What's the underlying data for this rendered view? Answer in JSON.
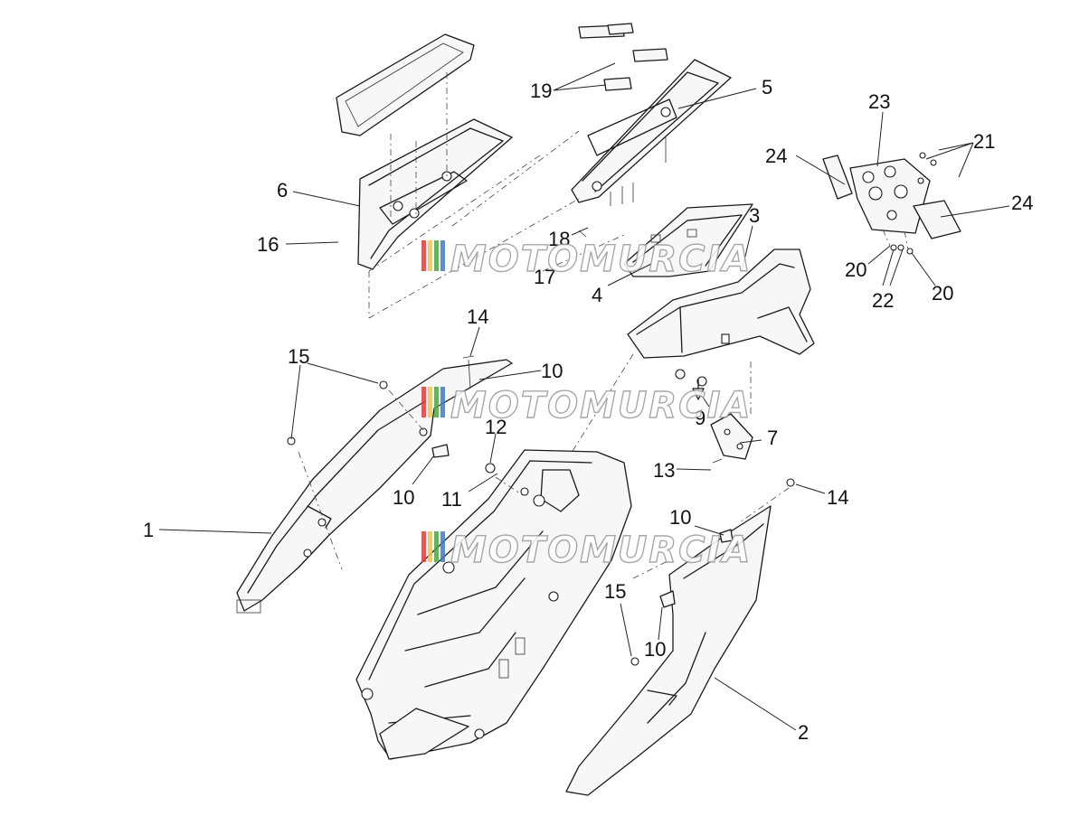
{
  "callouts": [
    {
      "id": "c1",
      "label": "1"
    },
    {
      "id": "c2",
      "label": "2"
    },
    {
      "id": "c3",
      "label": "3"
    },
    {
      "id": "c4",
      "label": "4"
    },
    {
      "id": "c5",
      "label": "5"
    },
    {
      "id": "c6",
      "label": "6"
    },
    {
      "id": "c7",
      "label": "7"
    },
    {
      "id": "c9",
      "label": "9"
    },
    {
      "id": "c10a",
      "label": "10"
    },
    {
      "id": "c10b",
      "label": "10"
    },
    {
      "id": "c10c",
      "label": "10"
    },
    {
      "id": "c10d",
      "label": "10"
    },
    {
      "id": "c11",
      "label": "11"
    },
    {
      "id": "c12",
      "label": "12"
    },
    {
      "id": "c13",
      "label": "13"
    },
    {
      "id": "c14a",
      "label": "14"
    },
    {
      "id": "c14b",
      "label": "14"
    },
    {
      "id": "c15a",
      "label": "15"
    },
    {
      "id": "c15b",
      "label": "15"
    },
    {
      "id": "c16",
      "label": "16"
    },
    {
      "id": "c17",
      "label": "17"
    },
    {
      "id": "c18",
      "label": "18"
    },
    {
      "id": "c19",
      "label": "19"
    },
    {
      "id": "c20a",
      "label": "20"
    },
    {
      "id": "c20b",
      "label": "20"
    },
    {
      "id": "c21",
      "label": "21"
    },
    {
      "id": "c22",
      "label": "22"
    },
    {
      "id": "c23",
      "label": "23"
    },
    {
      "id": "c24a",
      "label": "24"
    },
    {
      "id": "c24b",
      "label": "24"
    }
  ],
  "watermark": {
    "text": "MOTOMURCIA",
    "stripe_colors": [
      "#e23b3b",
      "#f2c744",
      "#4aa84a",
      "#3b7bd4"
    ]
  }
}
